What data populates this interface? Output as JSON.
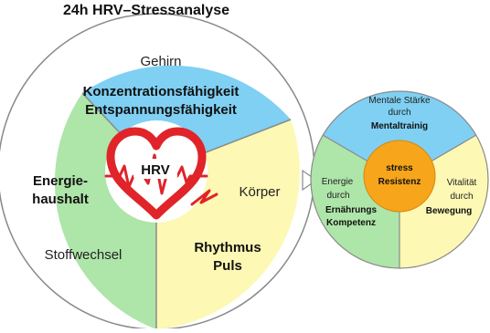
{
  "title": "24h HRV–Stressanalyse",
  "colors": {
    "blue": "#7fd0f3",
    "green": "#aee5a9",
    "yellow": "#fdf8b4",
    "orange": "#f7a51b",
    "heart_red": "#e0242a",
    "outline": "#8a8a8a"
  },
  "left_circle": {
    "top": {
      "label": "Gehirn",
      "line1": "Konzentrationsfähigkeit",
      "line2": "Entspannungsfähigkeit"
    },
    "left": {
      "line1": "Energie-",
      "line2": "haushalt",
      "sub": "Stoffwechsel"
    },
    "right": {
      "label": "Körper",
      "line1": "Rhythmus",
      "line2": "Puls"
    },
    "logo": {
      "text": "HRV",
      "icon": "heart-ecg-icon"
    }
  },
  "arrow": {
    "icon": "triangle-right-icon"
  },
  "right_circle": {
    "top": {
      "line1": "Mentale Stärke",
      "line2": "durch",
      "line3": "Mentaltrainig"
    },
    "left": {
      "line1": "Energie",
      "line2": "durch",
      "line3": "Ernährungs",
      "line4": "Kompetenz"
    },
    "right": {
      "line1": "Vitalität",
      "line2": "durch",
      "line3": "Bewegung"
    },
    "center": {
      "line1": "stress",
      "line2": "Resistenz"
    }
  }
}
